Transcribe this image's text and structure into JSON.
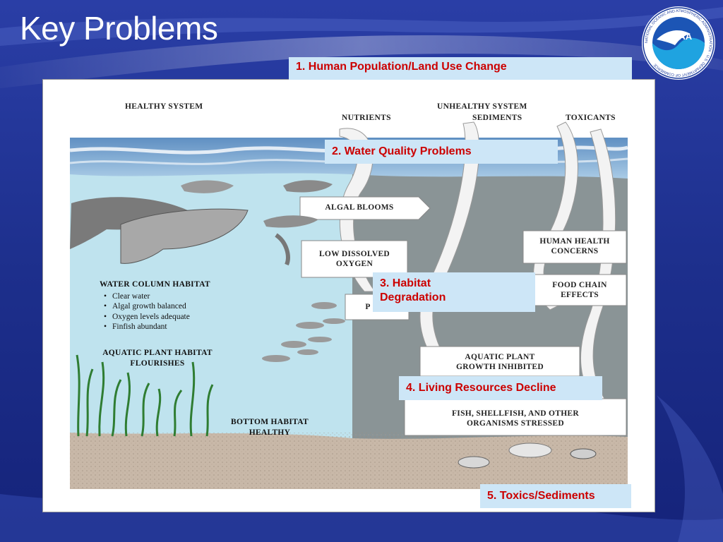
{
  "slide": {
    "title": "Key Problems"
  },
  "logo": {
    "label": "NOAA",
    "ring_text": "NATIONAL OCEANIC AND ATMOSPHERIC ADMINISTRATION · U.S. DEPARTMENT OF COMMERCE"
  },
  "diagram": {
    "healthy_header": "HEALTHY SYSTEM",
    "unhealthy_header": "UNHEALTHY SYSTEM",
    "inputs": {
      "nutrients": "NUTRIENTS",
      "sediments": "SEDIMENTS",
      "toxicants": "TOXICANTS"
    },
    "boxes": {
      "algal_blooms": "ALGAL BLOOMS",
      "low_do_line1": "LOW DISSOLVED",
      "low_do_line2": "OXYGEN",
      "partial": "P",
      "human_health_line1": "HUMAN HEALTH",
      "human_health_line2": "CONCERNS",
      "food_chain_line1": "FOOD CHAIN",
      "food_chain_line2": "EFFECTS",
      "aquatic_plant_line1": "AQUATIC PLANT",
      "aquatic_plant_line2": "GROWTH INHIBITED",
      "fish_line1": "FISH, SHELLFISH, AND OTHER",
      "fish_line2": "ORGANISMS STRESSED"
    },
    "water_column": {
      "heading": "WATER COLUMN HABITAT",
      "items": [
        "Clear water",
        "Algal growth balanced",
        "Oxygen levels adequate",
        "Finfish abundant"
      ]
    },
    "aquatic_plant_habitat": {
      "line1": "AQUATIC PLANT HABITAT",
      "line2": "FLOURISHES"
    },
    "bottom_habitat": {
      "line1": "BOTTOM HABITAT",
      "line2": "HEALTHY"
    }
  },
  "callouts": {
    "c1": "1. Human Population/Land Use Change",
    "c2": "2. Water Quality Problems",
    "c3_line1": "3. Habitat",
    "c3_line2": "Degradation",
    "c4": "4. Living Resources Decline",
    "c5": "5. Toxics/Sediments"
  },
  "colors": {
    "slide_blue": "#1b2f8a",
    "callout_bg": "#cde6f7",
    "callout_text": "#cc0000",
    "healthy_water": "#bfe3ee",
    "unhealthy_water": "#8a9496",
    "sediment": "#c8b8a8"
  }
}
